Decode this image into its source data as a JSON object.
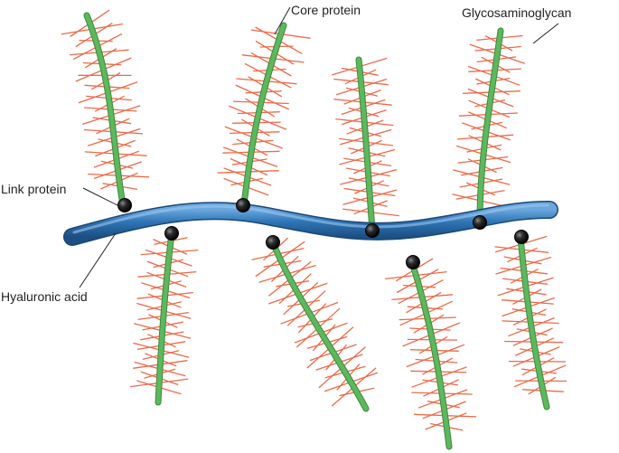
{
  "labels": {
    "core_protein": "Core protein",
    "glycosaminoglycan": "Glycosaminoglycan",
    "link_protein": "Link protein",
    "hyaluronic_acid": "Hyaluronic acid"
  },
  "colors": {
    "hyaluronic_acid": "#2e74b5",
    "core_protein": "#5cb85c",
    "glycosaminoglycan": "#ee6a4a",
    "link_protein": "#1a1a1a",
    "text": "#231f20"
  }
}
